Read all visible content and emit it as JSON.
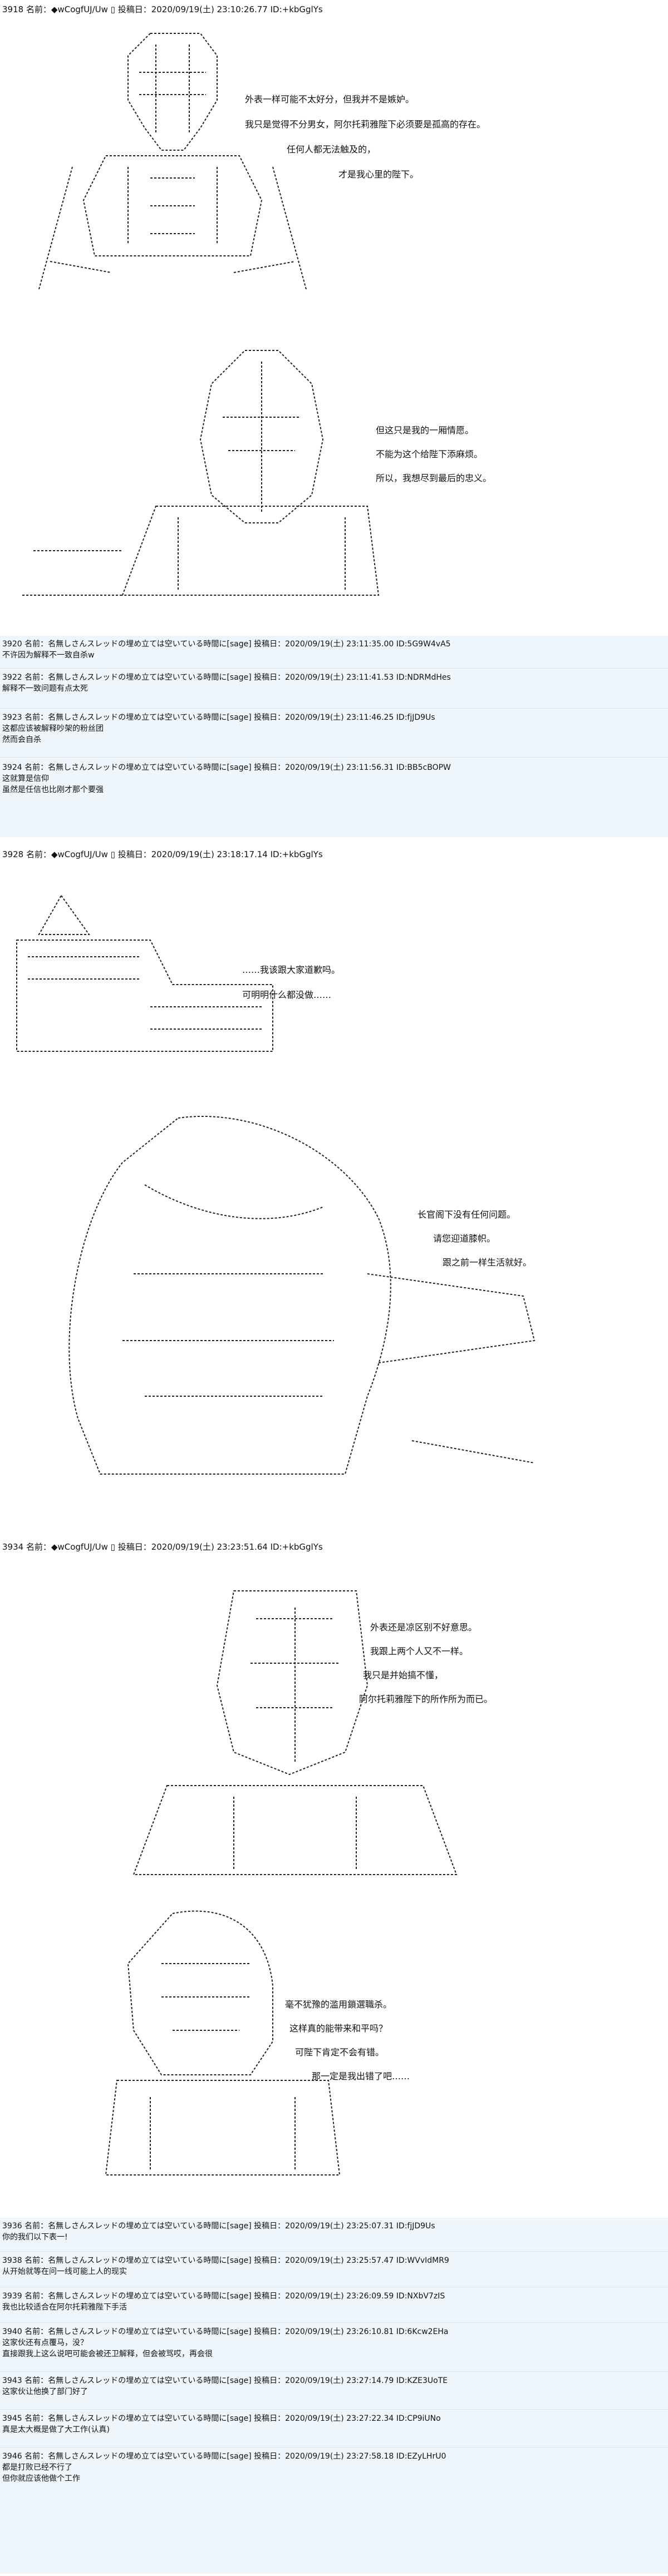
{
  "posts": [
    {
      "header": "3918 名前：◆wCogfUJ/Uw ▯ 投稿日：2020/09/19(土) 23:10:26.77 ID:+kbGglYs",
      "lines": [
        "外表一样可能不太好分，但我并不是嫉妒。",
        "我只是觉得不分男女，阿尔托莉雅陛下必须要是孤高的存在。",
        "任何人都无法触及的，",
        "才是我心里的陛下。",
        "但这只是我的一厢情愿。",
        "不能为这个给陛下添麻烦。",
        "所以，我想尽到最后的忠义。"
      ]
    },
    {
      "header": "3928 名前：◆wCogfUJ/Uw ▯ 投稿日：2020/09/19(土) 23:18:17.14 ID:+kbGglYs",
      "lines": [
        "……我该跟大家道歉吗。",
        "可明明什么都没做……",
        "长官阁下没有任何问题。",
        "请您迎道膝帜。",
        "跟之前一样生活就好。"
      ]
    },
    {
      "header": "3934 名前：◆wCogfUJ/Uw ▯ 投稿日：2020/09/19(土) 23:23:51.64 ID:+kbGglYs",
      "lines": [
        "外表还是凉区别不好意思。",
        "我跟上两个人又不一样。",
        "我只是并始搞不懂，",
        "阿尔托莉雅陛下的所作所为而已。",
        "毫不犹豫的滥用鎖選職杀。",
        "这样真的能带来和平吗？",
        "可陛下肯定不会有错。",
        "那一定是我出错了吧……"
      ]
    }
  ],
  "replies_a": [
    {
      "header": "3920 名前：名無しさんスレッドの埋め立ては空いている時間に[sage] 投稿日：2020/09/19(土) 23:11:35.00 ID:5G9W4vA5",
      "body": [
        "不许因为解释不一致自杀w"
      ]
    },
    {
      "header": "3922 名前：名無しさんスレッドの埋め立ては空いている時間に[sage] 投稿日：2020/09/19(土) 23:11:41.53 ID:NDRMdHes",
      "body": [
        "解释不一致问题有点太死"
      ]
    },
    {
      "header": "3923 名前：名無しさんスレッドの埋め立ては空いている時間に[sage] 投稿日：2020/09/19(土) 23:11:46.25 ID:fjJD9Us",
      "body": [
        "这都应该被解释吵架的粉丝团",
        "然而会自杀"
      ]
    },
    {
      "header": "3924 名前：名無しさんスレッドの埋め立ては空いている時間に[sage] 投稿日：2020/09/19(土) 23:11:56.31 ID:BB5cBOPW",
      "body": [
        "这就算是信仰",
        "虽然是任信也比刚才那个要强"
      ]
    }
  ],
  "replies_b": [
    {
      "header": "3936 名前：名無しさんスレッドの埋め立ては空いている時間に[sage] 投稿日：2020/09/19(土) 23:25:07.31 ID:fjJD9Us",
      "body": [
        "你的我们以下表一!"
      ]
    },
    {
      "header": "3938 名前：名無しさんスレッドの埋め立ては空いている時間に[sage] 投稿日：2020/09/19(土) 23:25:57.47 ID:WVvIdMR9",
      "body": [
        "从开始就等在问一线可能上人的现实"
      ]
    },
    {
      "header": "3939 名前：名無しさんスレッドの埋め立ては空いている時間に[sage] 投稿日：2020/09/19(土) 23:26:09.59 ID:NXbV7zIS",
      "body": [
        "我也比较适合在阿尔托莉雅陛下手活"
      ]
    },
    {
      "header": "3940 名前：名無しさんスレッドの埋め立ては空いている時間に[sage] 投稿日：2020/09/19(土) 23:26:10.81 ID:6Kcw2EHa",
      "body": [
        "这家伙还有点覆马，没？",
        "直接跟我上这么说吧可能会被还卫解释，但会被骂哎，再会很"
      ]
    },
    {
      "header": "3943 名前：名無しさんスレッドの埋め立ては空いている時間に[sage] 投稿日：2020/09/19(土) 23:27:14.79 ID:KZE3UoTE",
      "body": [
        "这家伙让他换了部门好了"
      ]
    },
    {
      "header": "3945 名前：名無しさんスレッドの埋め立ては空いている時間に[sage] 投稿日：2020/09/19(土) 23:27:22.34 ID:CP9iUNo",
      "body": [
        "真是太大概是做了大工作(认真)"
      ]
    },
    {
      "header": "3946 名前：名無しさんスレッドの埋め立ては空いている時間に[sage] 投稿日：2020/09/19(土) 23:27:58.18 ID:EZyLHrU0",
      "body": [
        "都是打败已经不行了",
        "但你就应该他做个工作"
      ]
    }
  ]
}
